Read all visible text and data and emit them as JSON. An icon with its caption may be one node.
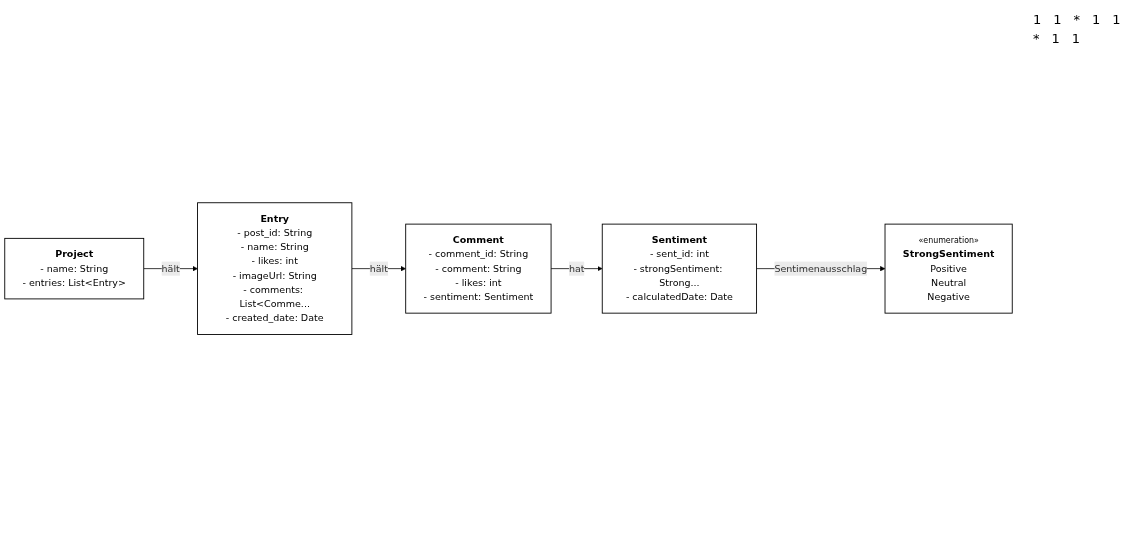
{
  "diagram": {
    "nodes": [
      {
        "text": [
          "Project",
          "- name: String",
          "- entries: List<Entry>"
        ]
      },
      {
        "text": [
          "Entry",
          "- post_id: String",
          "- name: String",
          "- likes: int",
          "- imageUrl: String",
          "- comments: List<Comme...",
          "- created_date: Date"
        ]
      },
      {
        "text": [
          "Comment",
          "- comment_id: String",
          "- comment: String",
          "- likes: int",
          "- sentiment: Sentiment"
        ]
      },
      {
        "text": [
          "«enumeration»",
          "StrongSentiment",
          "Positive",
          "Neutral",
          "Negative"
        ]
      },
      {
        "text": [
          "Sentiment",
          "- sent_id: int",
          "- strongSentiment: Strong...",
          "- calculatedDate: Date"
        ]
      }
    ],
    "edges": [
      {
        "from": 0,
        "to": 1,
        "arrow": "to",
        "label": "hält"
      },
      {
        "from": 1,
        "to": 2,
        "arrow": "to",
        "label": "hält"
      },
      {
        "from": 2,
        "to": 4,
        "arrow": "to",
        "label": "hat"
      },
      {
        "from": 4,
        "to": 3,
        "arrow": "to",
        "label": "Sentimenausschlag"
      }
    ],
    "labels": [
      "1",
      "1",
      "*",
      "1",
      "1",
      "*",
      "1",
      "1"
    ]
  }
}
